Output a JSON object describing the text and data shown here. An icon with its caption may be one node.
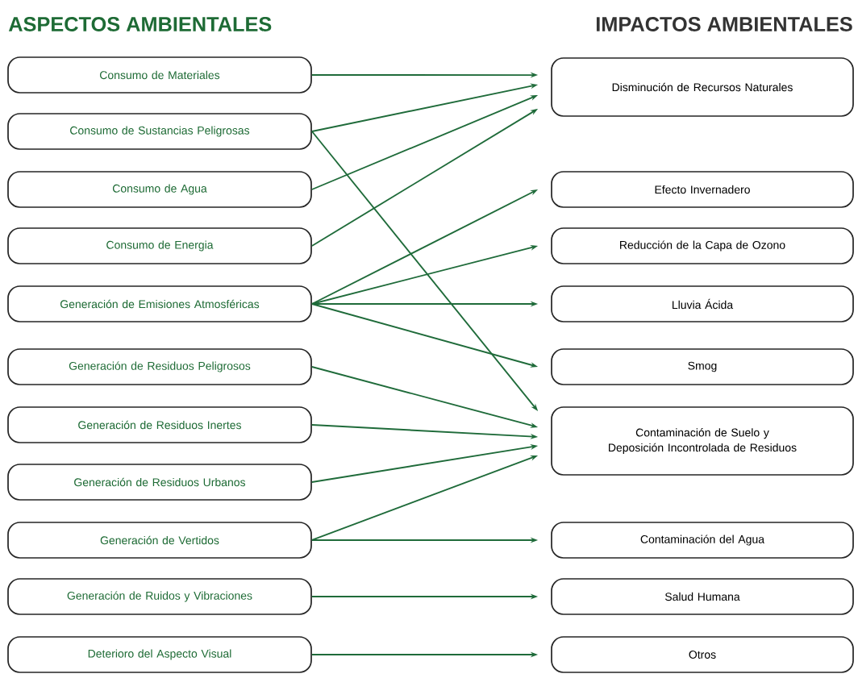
{
  "diagram": {
    "nodes": [
      {
        "text": [
          "Consumo de Materiales"
        ]
      },
      {
        "text": [
          "Consumo de Sustancias Peligrosas"
        ]
      },
      {
        "text": [
          "Consumo de Agua"
        ]
      },
      {
        "text": [
          "Consumo de Energia"
        ]
      },
      {
        "text": [
          "Generación de Emisiones Atmosféricas"
        ]
      },
      {
        "text": [
          "Generación de Residuos Peligrosos"
        ]
      },
      {
        "text": [
          "Generación de Residuos Inertes"
        ]
      },
      {
        "text": [
          "Generación de Residuos Urbanos"
        ]
      },
      {
        "text": [
          "Generación de Vertidos"
        ]
      },
      {
        "text": [
          "Generación de Ruidos y Vibraciones"
        ]
      },
      {
        "text": [
          "Deterioro del Aspecto Visual"
        ]
      },
      {
        "text": [
          "Disminución de Recursos Naturales"
        ]
      },
      {
        "text": [
          "Efecto Invernadero"
        ]
      },
      {
        "text": [
          "Reducción de la Capa de Ozono"
        ]
      },
      {
        "text": [
          "Lluvia Ácida"
        ]
      },
      {
        "text": [
          "Smog"
        ]
      },
      {
        "text": [
          "Contaminación de Suelo y Deposición Incontrolada de Residuos"
        ]
      },
      {
        "text": [
          "Contaminación del Agua"
        ]
      },
      {
        "text": [
          "Salud Humana"
        ]
      },
      {
        "text": [
          "Otros"
        ]
      }
    ],
    "edges": [
      {
        "from": 0,
        "to": 11,
        "arrow": "to"
      },
      {
        "from": 1,
        "to": 11,
        "arrow": "to"
      },
      {
        "from": 2,
        "to": 11,
        "arrow": "to"
      },
      {
        "from": 3,
        "to": 11,
        "arrow": "to"
      },
      {
        "from": 1,
        "to": 16,
        "arrow": "to"
      },
      {
        "from": 4,
        "to": 12,
        "arrow": "to"
      },
      {
        "from": 4,
        "to": 13,
        "arrow": "to"
      },
      {
        "from": 4,
        "to": 14,
        "arrow": "to"
      },
      {
        "from": 4,
        "to": 15,
        "arrow": "to"
      },
      {
        "from": 5,
        "to": 16,
        "arrow": "to"
      },
      {
        "from": 6,
        "to": 16,
        "arrow": "to"
      },
      {
        "from": 7,
        "to": 16,
        "arrow": "to"
      },
      {
        "from": 8,
        "to": 16,
        "arrow": "to"
      },
      {
        "from": 8,
        "to": 17,
        "arrow": "to"
      },
      {
        "from": 9,
        "to": 18,
        "arrow": "to"
      },
      {
        "from": 10,
        "to": 19,
        "arrow": "to"
      }
    ],
    "labels": [
      "ASPECTOS AMBIENTALES",
      "IMPACTOS AMBIENTALES"
    ]
  }
}
